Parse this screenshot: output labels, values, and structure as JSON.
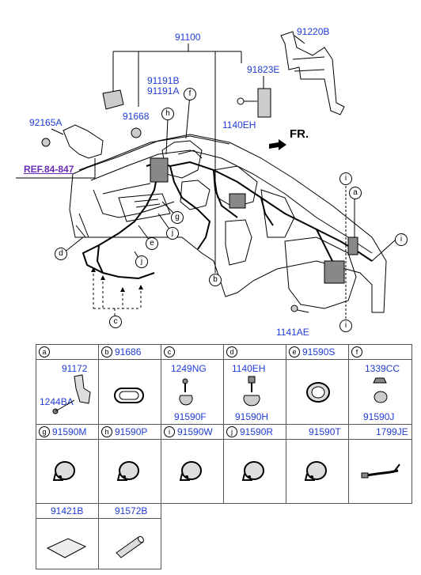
{
  "diagram": {
    "direction_label": "FR.",
    "ref_label": "REF.84-847",
    "part_labels": {
      "p91100": "91100",
      "p91220B": "91220B",
      "p91823E": "91823E",
      "p91191B": "91191B",
      "p91191A": "91191A",
      "p91668": "91668",
      "p92165A": "92165A",
      "p1140EH": "1140EH",
      "p1141AE": "1141AE"
    },
    "callouts": {
      "a": "a",
      "b": "b",
      "c": "c",
      "d": "d",
      "e": "e",
      "f": "f",
      "g": "g",
      "h": "h",
      "i1": "i",
      "i2": "i",
      "i3": "i",
      "j1": "j",
      "j2": "j"
    }
  },
  "parts_table": {
    "row1": [
      {
        "tag": "a",
        "code": "",
        "labels": [
          "91172",
          "1244BA"
        ]
      },
      {
        "tag": "b",
        "code": "91686",
        "labels": []
      },
      {
        "tag": "c",
        "code": "",
        "labels": [
          "1249NG",
          "91590F"
        ]
      },
      {
        "tag": "d",
        "code": "",
        "labels": [
          "1140EH",
          "91590H"
        ]
      },
      {
        "tag": "e",
        "code": "91590S",
        "labels": []
      },
      {
        "tag": "f",
        "code": "",
        "labels": [
          "1339CC",
          "91590J"
        ]
      }
    ],
    "row2": [
      {
        "tag": "g",
        "code": "91590M"
      },
      {
        "tag": "h",
        "code": "91590P"
      },
      {
        "tag": "i",
        "code": "91590W"
      },
      {
        "tag": "j",
        "code": "91590R"
      },
      {
        "tag": "",
        "code": "91590T"
      },
      {
        "tag": "",
        "code": "1799JE"
      }
    ],
    "row3": [
      {
        "tag": "",
        "code": "91421B"
      },
      {
        "tag": "",
        "code": "91572B"
      }
    ]
  }
}
